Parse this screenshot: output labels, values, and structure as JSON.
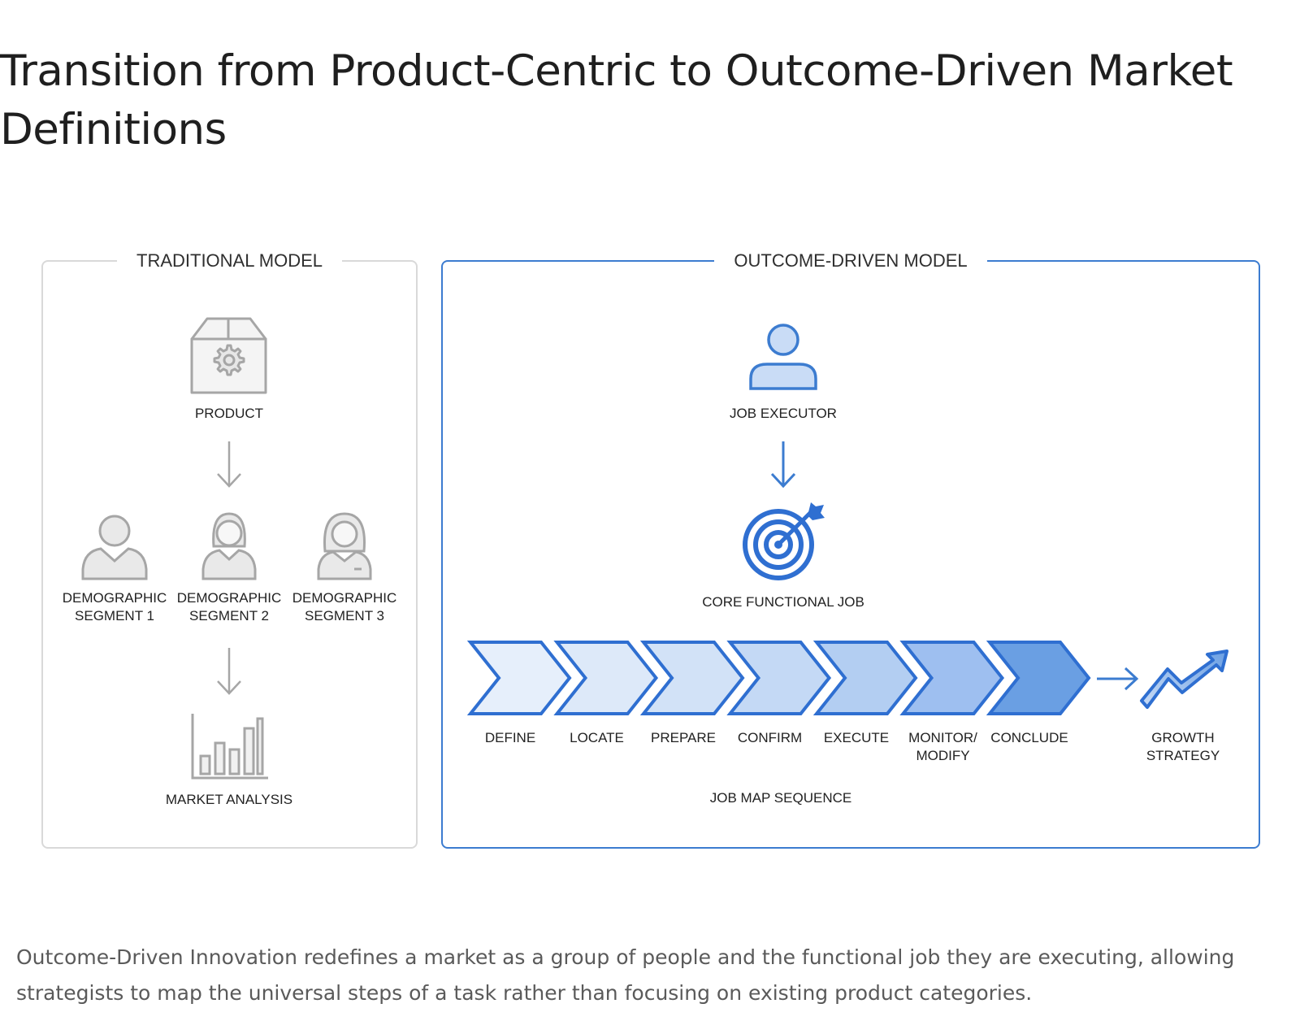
{
  "title": "Transition from Product-Centric to Outcome-Driven Market Definitions",
  "traditional": {
    "heading": "TRADITIONAL MODEL",
    "product_label": "PRODUCT",
    "segments": [
      {
        "line1": "DEMOGRAPHIC",
        "line2": "SEGMENT 1"
      },
      {
        "line1": "DEMOGRAPHIC",
        "line2": "SEGMENT 2"
      },
      {
        "line1": "DEMOGRAPHIC",
        "line2": "SEGMENT 3"
      }
    ],
    "analysis_label": "MARKET ANALYSIS"
  },
  "outcome": {
    "heading": "OUTCOME-DRIVEN MODEL",
    "executor_label": "JOB EXECUTOR",
    "core_job_label": "CORE FUNCTIONAL JOB",
    "steps": [
      {
        "line1": "DEFINE",
        "line2": ""
      },
      {
        "line1": "LOCATE",
        "line2": ""
      },
      {
        "line1": "PREPARE",
        "line2": ""
      },
      {
        "line1": "CONFIRM",
        "line2": ""
      },
      {
        "line1": "EXECUTE",
        "line2": ""
      },
      {
        "line1": "MONITOR/",
        "line2": "MODIFY"
      },
      {
        "line1": "CONCLUDE",
        "line2": ""
      }
    ],
    "sequence_label": "JOB MAP SEQUENCE",
    "growth": {
      "line1": "GROWTH",
      "line2": "STRATEGY"
    }
  },
  "caption": "Outcome-Driven Innovation redefines a market as a group of people and the functional job they are executing, allowing strategists to map the universal steps of a task rather than focusing on existing product categories.",
  "colors": {
    "accent": "#3c7cd0",
    "icon_gray": "#a6a6a6",
    "text": "#1f1f1f",
    "caption": "#5a5a5a"
  },
  "icons": [
    "box-gear-icon",
    "person-icon",
    "target-icon",
    "chevron-icon",
    "growth-arrow-icon",
    "bar-chart-icon"
  ]
}
